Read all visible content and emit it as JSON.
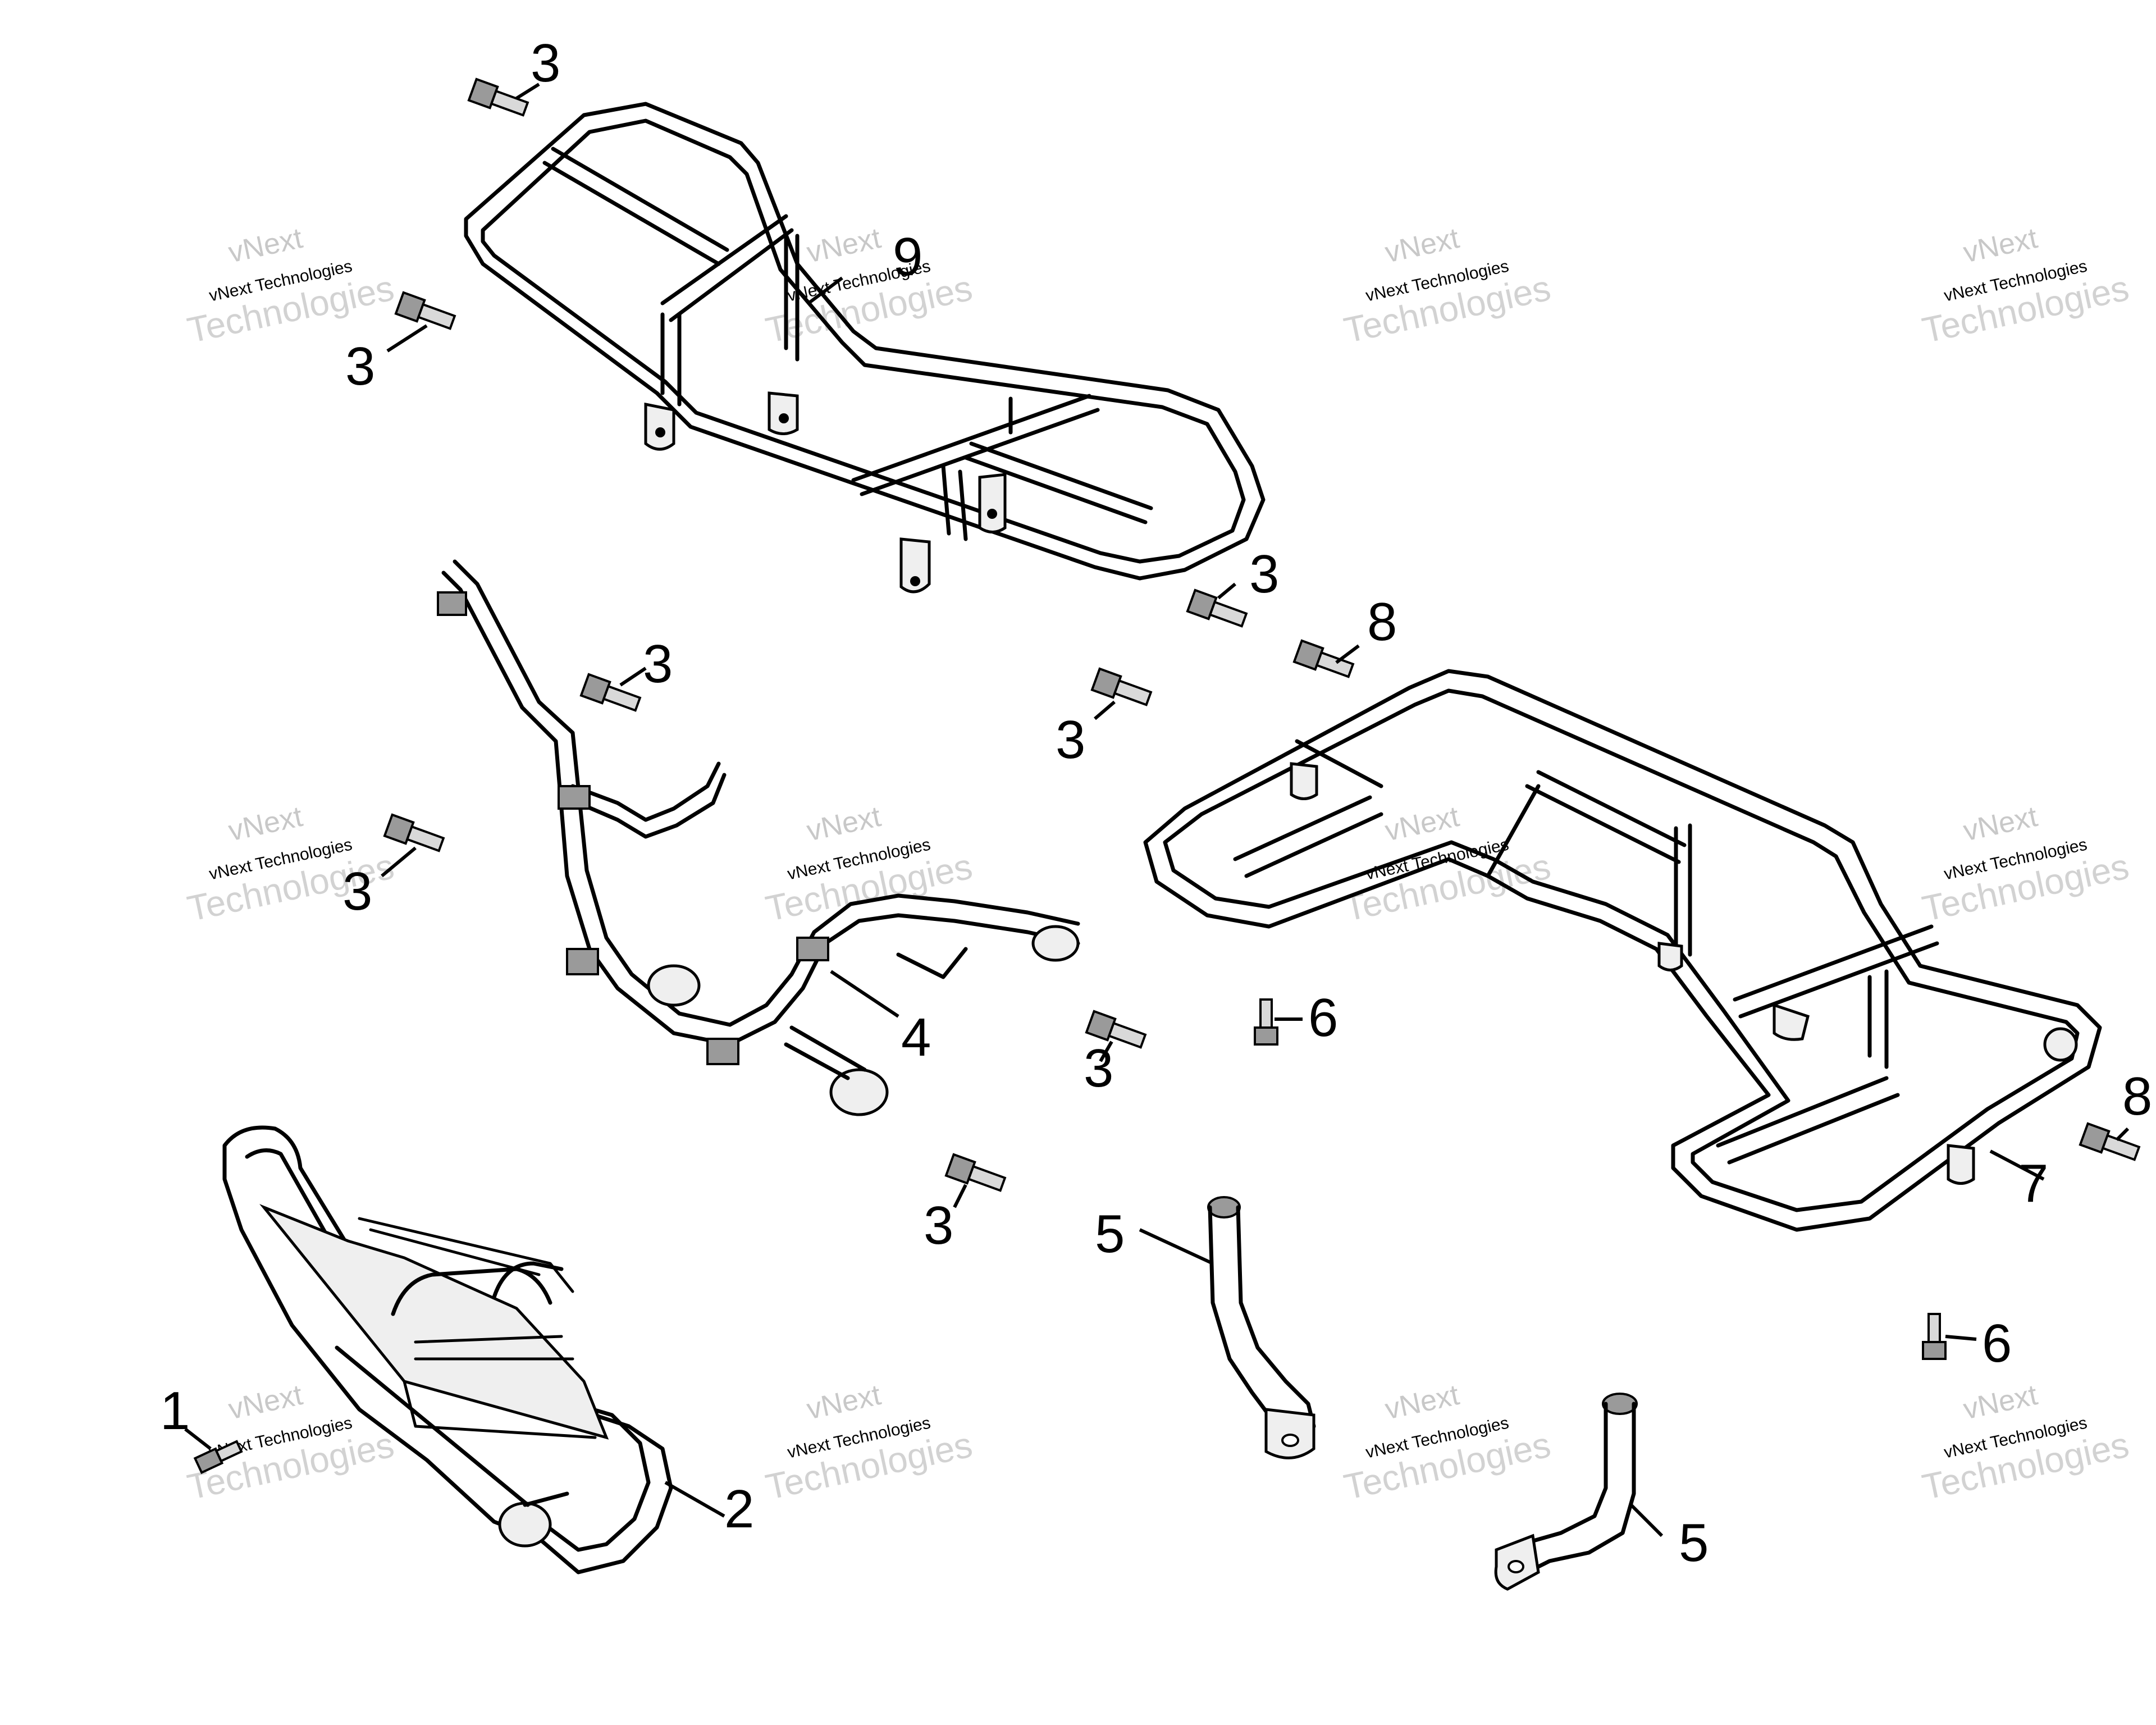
{
  "watermark": {
    "brand": "vNext",
    "name": "vNext Technologies",
    "big": "Technologies"
  },
  "callouts": {
    "c1": "1",
    "c2": "2",
    "c3": "3",
    "c4": "4",
    "c5": "5",
    "c6": "6",
    "c7": "7",
    "c8": "8",
    "c9": "9"
  }
}
